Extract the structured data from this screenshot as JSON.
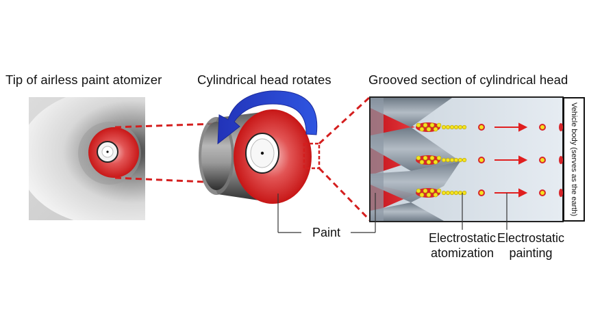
{
  "titles": {
    "atomizer_tip": "Tip of airless paint atomizer",
    "rotation": "Cylindrical head rotates",
    "grooved": "Grooved section of cylindrical head"
  },
  "labels": {
    "paint": "Paint",
    "electrostatic_atomization": "Electrostatic\natomization",
    "electrostatic_painting": "Electrostatic\npainting",
    "vehicle_body": "Vehicle body (serves as the earth)"
  },
  "colors": {
    "paint_red": "#d8262b",
    "arrow_blue": "#1f3fc8",
    "droplet_yellow": "#f3e320",
    "dashed_red": "#d41e1e",
    "groove_gray": "#8e9aa6"
  },
  "icons": {
    "rotation_arrow": "curved-arrow-icon",
    "flow_arrows": "right-arrow-icon"
  }
}
